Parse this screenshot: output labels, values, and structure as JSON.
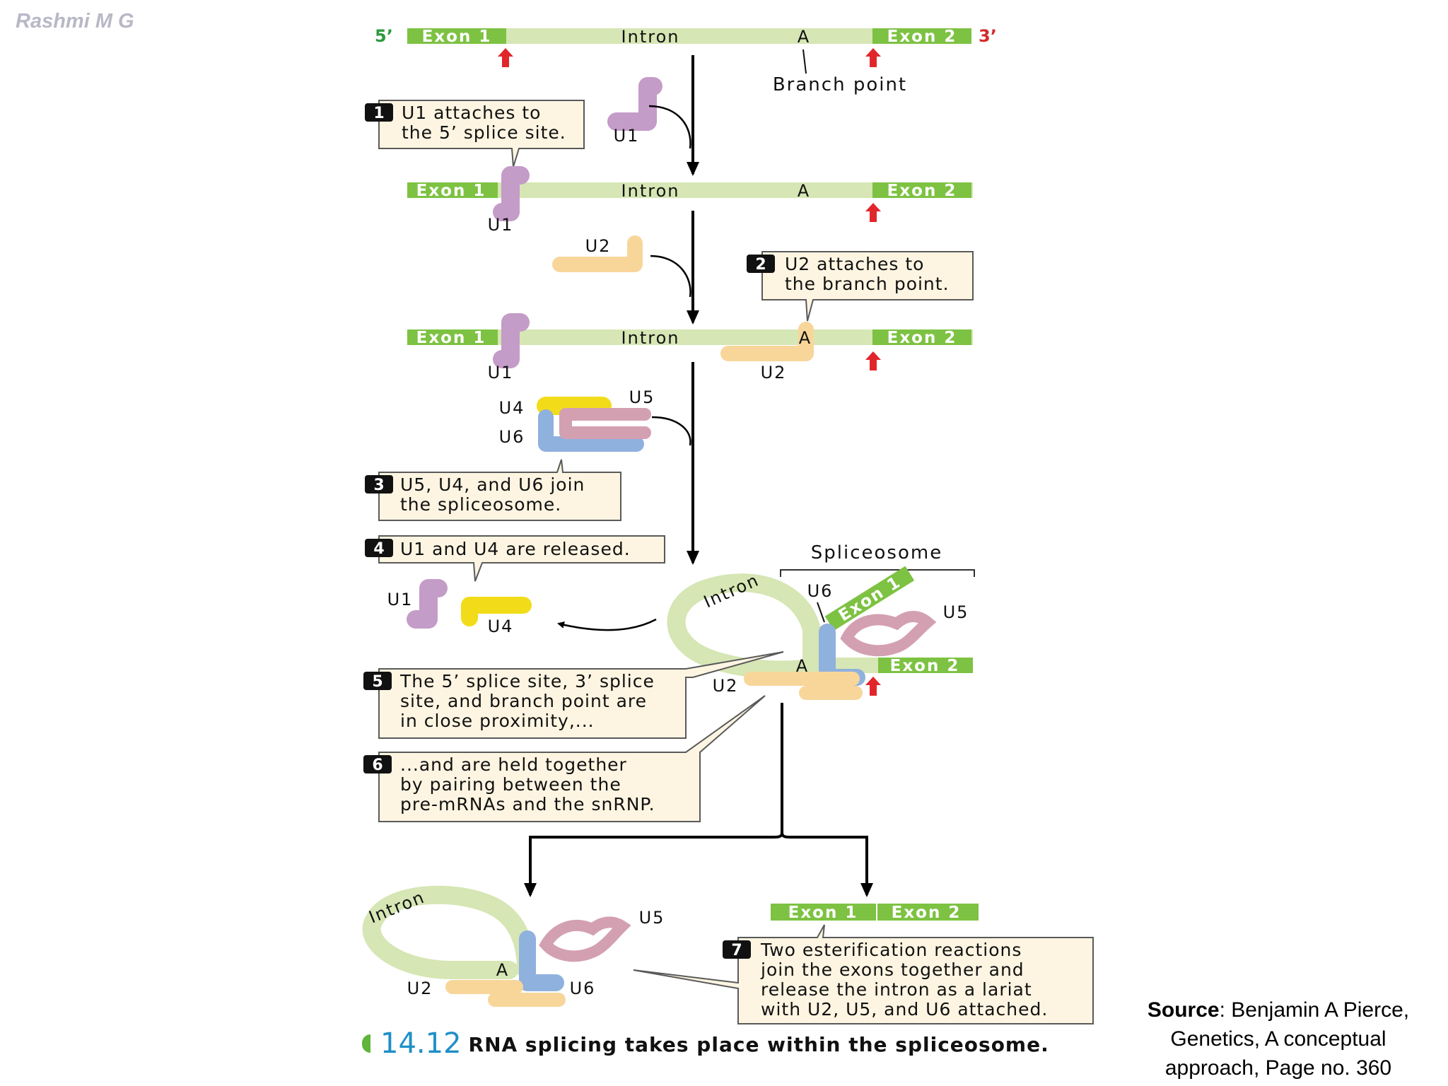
{
  "author": "Rashmi M G",
  "source": {
    "label": "Source",
    "text": ": Benjamin A Pierce, Genetics, A conceptual approach, Page no. 360"
  },
  "caption": {
    "number": "14.12",
    "text": "RNA splicing takes place within the spliceosome."
  },
  "labels": {
    "five_prime": "5’",
    "three_prime": "3’",
    "exon1": "Exon 1",
    "exon2": "Exon 2",
    "intron": "Intron",
    "a": "A",
    "branch_point": "Branch point",
    "spliceosome": "Spliceosome",
    "exon1_exon2_a": "Exon 1",
    "exon1_exon2_b": "Exon 2",
    "u1": "U1",
    "u2": "U2",
    "u4": "U4",
    "u5": "U5",
    "u6": "U6"
  },
  "steps": [
    {
      "num": "1",
      "lines": [
        "U1 attaches to",
        "the 5’ splice site."
      ]
    },
    {
      "num": "2",
      "lines": [
        "U2 attaches to",
        "the branch point."
      ]
    },
    {
      "num": "3",
      "lines": [
        "U5, U4, and U6 join",
        "the spliceosome."
      ]
    },
    {
      "num": "4",
      "lines": [
        "U1 and U4 are released."
      ]
    },
    {
      "num": "5",
      "lines": [
        "The 5’ splice site, 3’ splice",
        "site, and branch point are",
        "in close proximity,..."
      ]
    },
    {
      "num": "6",
      "lines": [
        "...and are held together",
        "by  pairing between the",
        "pre-mRNAs and the snRNP."
      ]
    },
    {
      "num": "7",
      "lines": [
        "Two esterification reactions",
        "join the exons together and",
        "release the intron as a lariat",
        "with U2, U5, and U6 attached."
      ]
    }
  ],
  "colors": {
    "exon": "#7dc242",
    "intron": "#d6e6b4",
    "u1": "#c49cc8",
    "u2": "#f8d69a",
    "u4": "#f2dc1a",
    "u5": "#d3a0b2",
    "u6": "#8fb1de",
    "box": "#fdf5e2",
    "splice_arrow": "#e0262b",
    "five_prime_text": "#2c9a3f",
    "three_prime_text": "#d42a2a"
  }
}
